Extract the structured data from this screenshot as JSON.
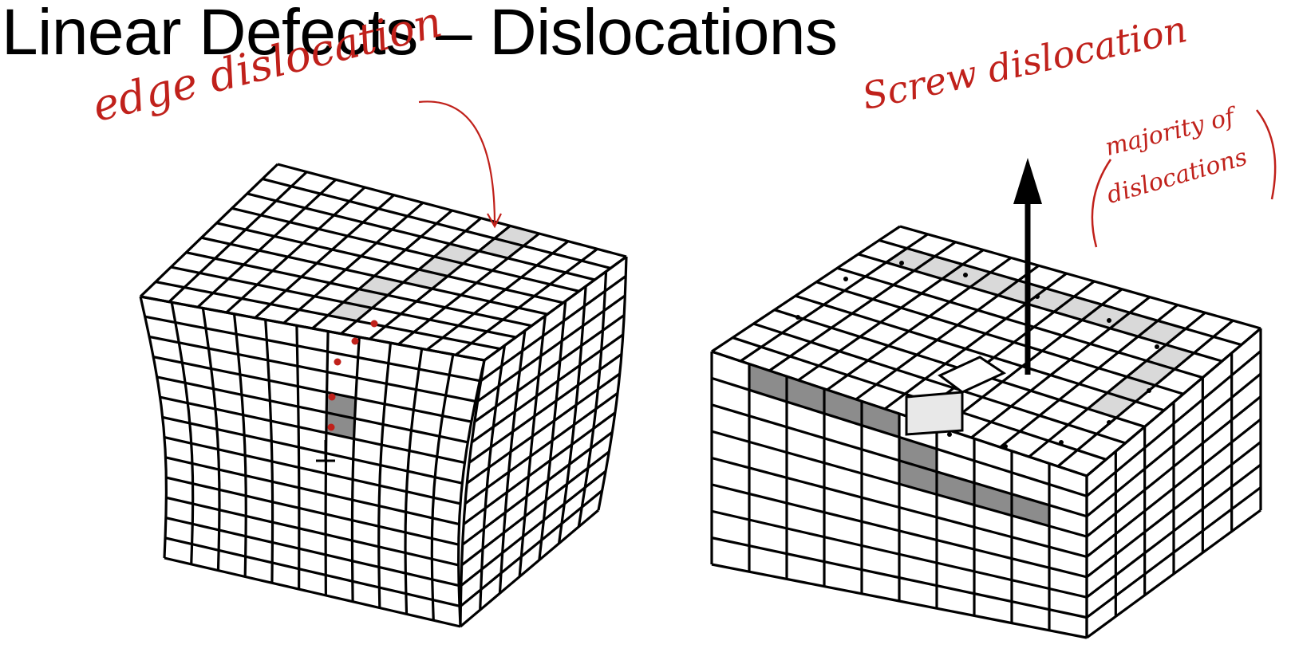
{
  "slide": {
    "title": "Linear Defects – Dislocations"
  },
  "annotations": {
    "edge_label": "edge dislocation",
    "screw_label": "Screw dislocation",
    "screw_note_line1": "majority of",
    "screw_note_line2": "dislocations"
  },
  "figures": {
    "edge_dislocation": {
      "symbol": "⊥"
    },
    "screw_dislocation": {
      "arrow": "dislocation-line-arrow"
    }
  },
  "colors": {
    "ink": "#000000",
    "annotation_red": "#c0211b",
    "shaded_dark": "#8c8c8c",
    "shaded_light": "#d9d9d9"
  }
}
